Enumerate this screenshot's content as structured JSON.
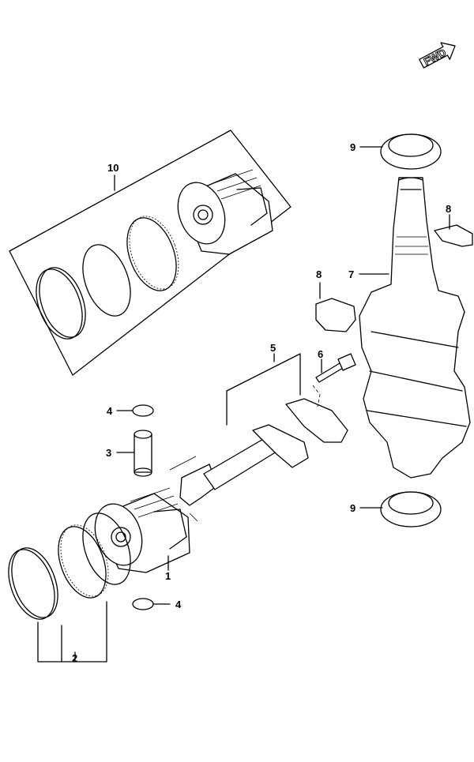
{
  "diagram": {
    "direction_indicator": "FWD",
    "callouts": [
      {
        "id": "label-1",
        "text": "1"
      },
      {
        "id": "label-2",
        "text": "2"
      },
      {
        "id": "label-3",
        "text": "3"
      },
      {
        "id": "label-4a",
        "text": "4"
      },
      {
        "id": "label-4b",
        "text": "4"
      },
      {
        "id": "label-5",
        "text": "5"
      },
      {
        "id": "label-6",
        "text": "6"
      },
      {
        "id": "label-7",
        "text": "7"
      },
      {
        "id": "label-8a",
        "text": "8"
      },
      {
        "id": "label-8b",
        "text": "8"
      },
      {
        "id": "label-9a",
        "text": "9"
      },
      {
        "id": "label-9b",
        "text": "9"
      },
      {
        "id": "label-10",
        "text": "10"
      }
    ]
  }
}
